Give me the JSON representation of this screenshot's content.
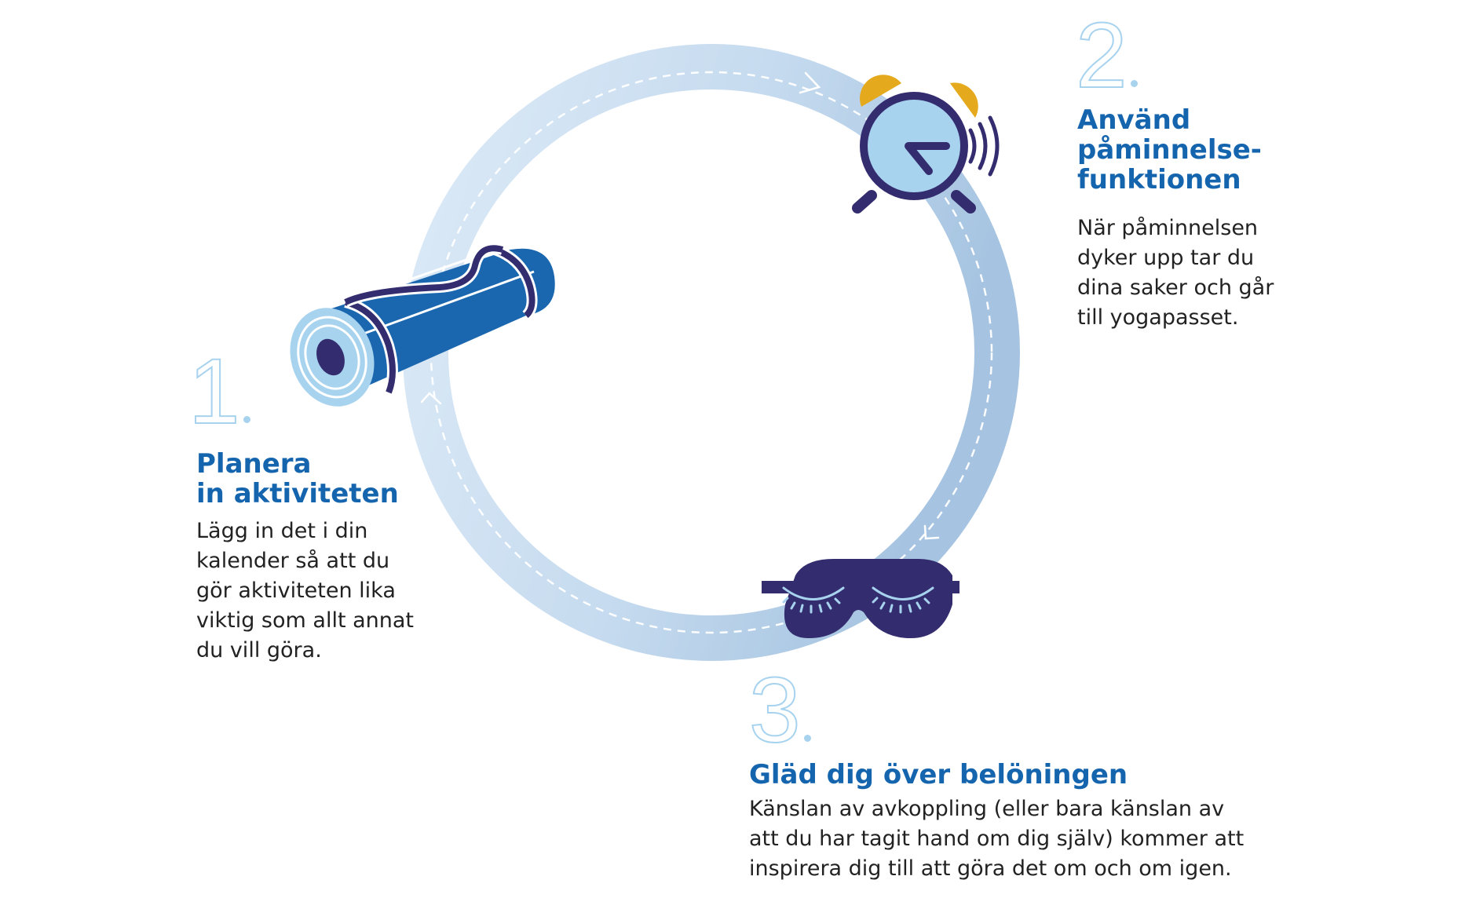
{
  "diagram": {
    "type": "cycle",
    "colors": {
      "heading": "#1565ae",
      "body_text": "#222222",
      "step_number": "#a8d3ef",
      "ring_light": "#dbeaf7",
      "ring_dark": "#a9c6e2",
      "dark_navy": "#332c6e",
      "mat_blue": "#1a67b0",
      "bell_yellow": "#e4a91c",
      "clock_face": "#a8d3ef"
    },
    "steps": [
      {
        "number": "1",
        "icon": "yoga-mat-icon",
        "title_lines": [
          "Planera",
          "in aktiviteten"
        ],
        "body_lines": [
          "Lägg in det i din",
          "kalender så att du",
          "gör aktiviteten lika",
          "viktig som allt annat",
          "du vill göra."
        ]
      },
      {
        "number": "2",
        "icon": "alarm-clock-icon",
        "title_lines": [
          "Använd",
          "påminnelse-",
          "funktionen"
        ],
        "body_lines": [
          "När påminnelsen",
          "dyker upp tar du",
          "dina saker och går",
          "till yogapasset."
        ]
      },
      {
        "number": "3",
        "icon": "sleep-mask-icon",
        "title_lines": [
          "Gläd dig över belöningen"
        ],
        "body_lines": [
          "Känslan av avkoppling (eller bara känslan av",
          "att du har tagit hand om dig själv) kommer att",
          "inspirera dig till att göra det om och om igen."
        ]
      }
    ]
  }
}
